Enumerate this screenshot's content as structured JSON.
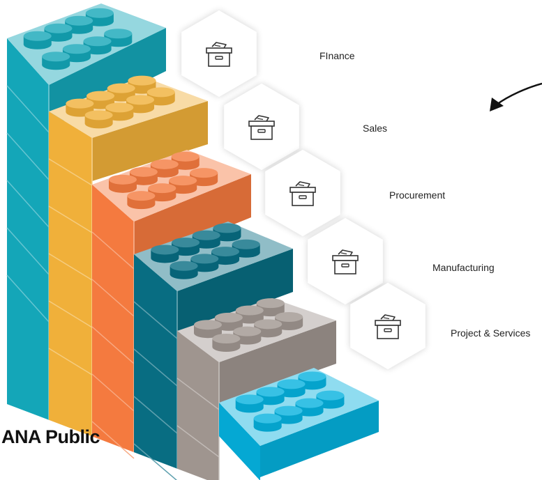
{
  "colors": {
    "finance": "#14a6b8",
    "sales": "#f0b03a",
    "procurement": "#f47a3f",
    "manufacturing": "#086d82",
    "project_services": "#9f958f",
    "extra": "#05b1de"
  },
  "stack": [
    {
      "id": "finance",
      "label": "FInance",
      "icon": "archive-box-icon"
    },
    {
      "id": "sales",
      "label": "Sales",
      "icon": "archive-box-icon"
    },
    {
      "id": "procurement",
      "label": "Procurement",
      "icon": "archive-box-icon"
    },
    {
      "id": "manufacturing",
      "label": "Manufacturing",
      "icon": "archive-box-icon"
    },
    {
      "id": "project_services",
      "label": "Project & Services",
      "icon": "archive-box-icon"
    },
    {
      "id": "extra",
      "label": "",
      "icon": ""
    }
  ],
  "footer": {
    "text": "ANA Public"
  },
  "annotation_arrow": {
    "icon": "curved-arrow-icon"
  }
}
